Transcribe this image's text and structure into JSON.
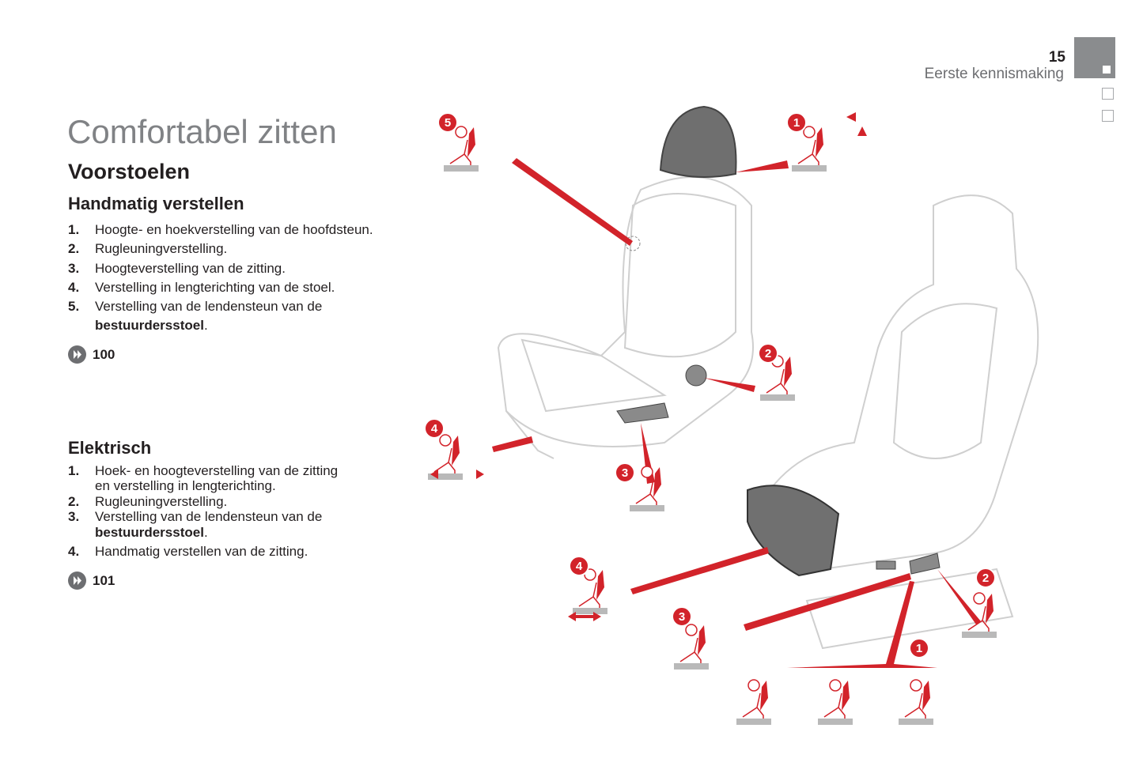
{
  "header": {
    "page_number": "15",
    "section": "Eerste kennismaking"
  },
  "title": "Comfortabel zitten",
  "subtitle": "Voorstoelen",
  "manual": {
    "heading": "Handmatig verstellen",
    "items": [
      {
        "num": "1.",
        "text": "Hoogte- en hoekverstelling van de hoofdsteun."
      },
      {
        "num": "2.",
        "text": "Rugleuningverstelling."
      },
      {
        "num": "3.",
        "text": "Hoogteverstelling van de zitting."
      },
      {
        "num": "4.",
        "text": "Verstelling in lengterichting van de stoel."
      },
      {
        "num": "5.",
        "text": "Verstelling van de lendensteun van de",
        "bold": "bestuurdersstoel",
        "after": "."
      }
    ],
    "ref": "100"
  },
  "electric": {
    "heading": "Elektrisch",
    "items": [
      {
        "num": "1.",
        "line1": "Hoek- en hoogteverstelling van de zitting",
        "line2": "en verstelling in lengterichting."
      },
      {
        "num": "2.",
        "text": "Rugleuningverstelling."
      },
      {
        "num": "3.",
        "text": "Verstelling van de lendensteun van de",
        "bold": "bestuurdersstoel",
        "after": "."
      },
      {
        "num": "4.",
        "text": "Handmatig verstellen van de zitting."
      }
    ],
    "ref": "101"
  },
  "callouts": {
    "manual_seat": [
      "5",
      "1",
      "2",
      "4",
      "3"
    ],
    "electric_seat": [
      "4",
      "3",
      "2",
      "1"
    ]
  },
  "colors": {
    "accent": "#d2232a",
    "title_gray": "#808285",
    "tab_gray": "#8a8c8e",
    "text": "#231f20"
  }
}
